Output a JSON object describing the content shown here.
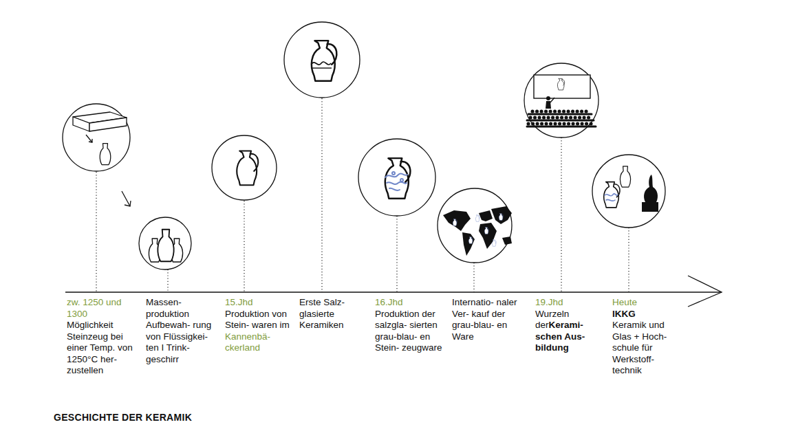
{
  "diagram": {
    "title": "GESCHICHTE DER KERAMIK",
    "labels": [
      "zw. 1250 und 1300",
      "Möglichkeit Steinzeug bei einer Temp. von 1250°C her- zustellen",
      "Massen- produktion Aufbewah- rung von Flüssigkei- ten I Trink- geschirr",
      "15.Jhd",
      "Produktion von Stein- waren im",
      "Kannenbä- ckerland",
      "Erste Salz- glasierte Keramiken",
      "16.Jhd",
      "Produktion der salzgla- sierten grau-blau- en Stein- zeugware",
      "Internatio- naler Ver- kauf der grau-blau- en Ware",
      "19.Jhd",
      "Wurzeln der",
      "Kerami- schen Aus- bildung",
      "Heute",
      "IKKG",
      "Keramik und Glas + Hoch- schule für Werkstoff- technik"
    ]
  }
}
